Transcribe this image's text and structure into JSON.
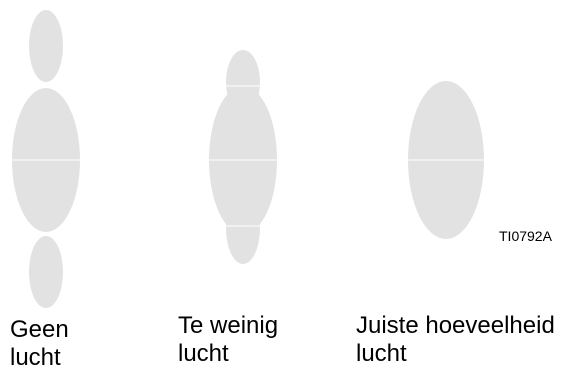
{
  "figure": {
    "id_label": "TI0792A",
    "fill_color": "#e2e2e2",
    "divider_color": "#ffffff"
  },
  "patterns": [
    {
      "key": "no_air",
      "line1": "Geen",
      "line2": "lucht"
    },
    {
      "key": "too_little_air",
      "line1": "Te weinig",
      "line2": "lucht"
    },
    {
      "key": "correct_air",
      "line1": "Juiste hoeveelheid",
      "line2": "lucht"
    }
  ]
}
